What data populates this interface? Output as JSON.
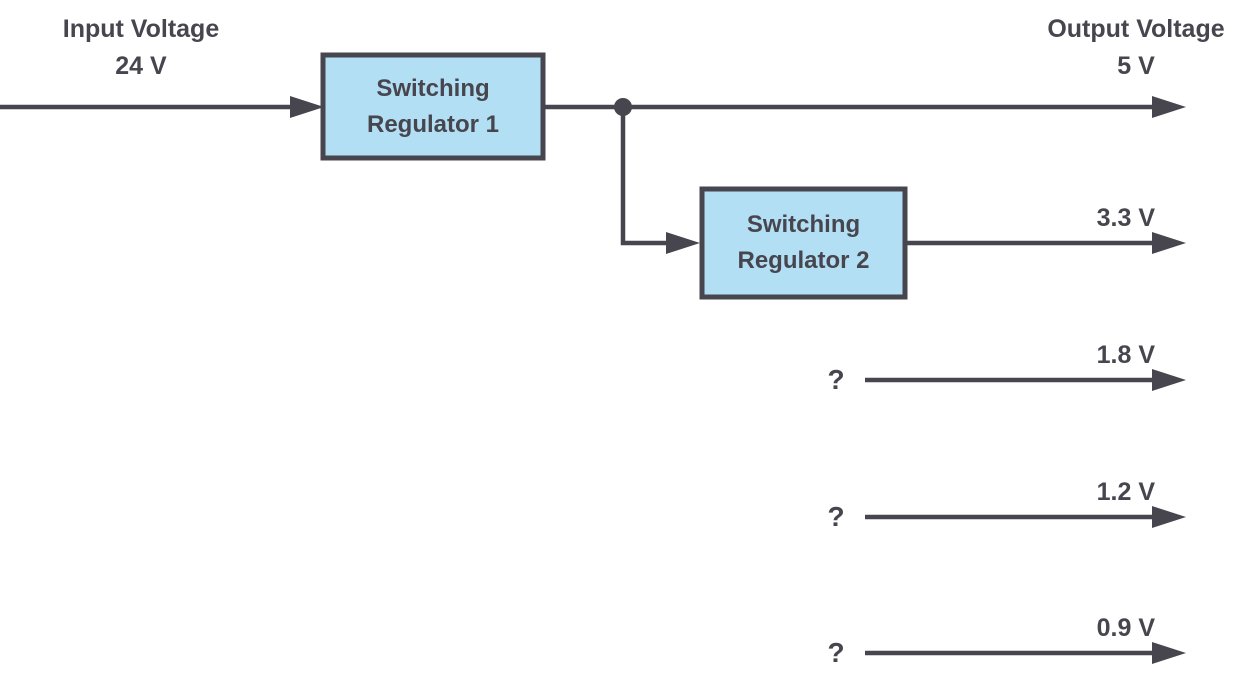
{
  "diagram": {
    "input": {
      "title": "Input Voltage",
      "value": "24 V"
    },
    "output_header": "Output Voltage",
    "blocks": [
      {
        "name": "Switching Regulator 1",
        "line1": "Switching",
        "line2": "Regulator 1"
      },
      {
        "name": "Switching Regulator 2",
        "line1": "Switching",
        "line2": "Regulator 2"
      }
    ],
    "rails": [
      {
        "voltage": "5 V",
        "source": "Switching Regulator 1"
      },
      {
        "voltage": "3.3 V",
        "source": "Switching Regulator 2"
      },
      {
        "voltage": "1.8 V",
        "source": "?"
      },
      {
        "voltage": "1.2 V",
        "source": "?"
      },
      {
        "voltage": "0.9 V",
        "source": "?"
      }
    ],
    "colors": {
      "block_fill": "#b2dff3",
      "block_border": "#47464f",
      "line": "#47464f",
      "text": "#47464f",
      "background": "#ffffff"
    }
  }
}
